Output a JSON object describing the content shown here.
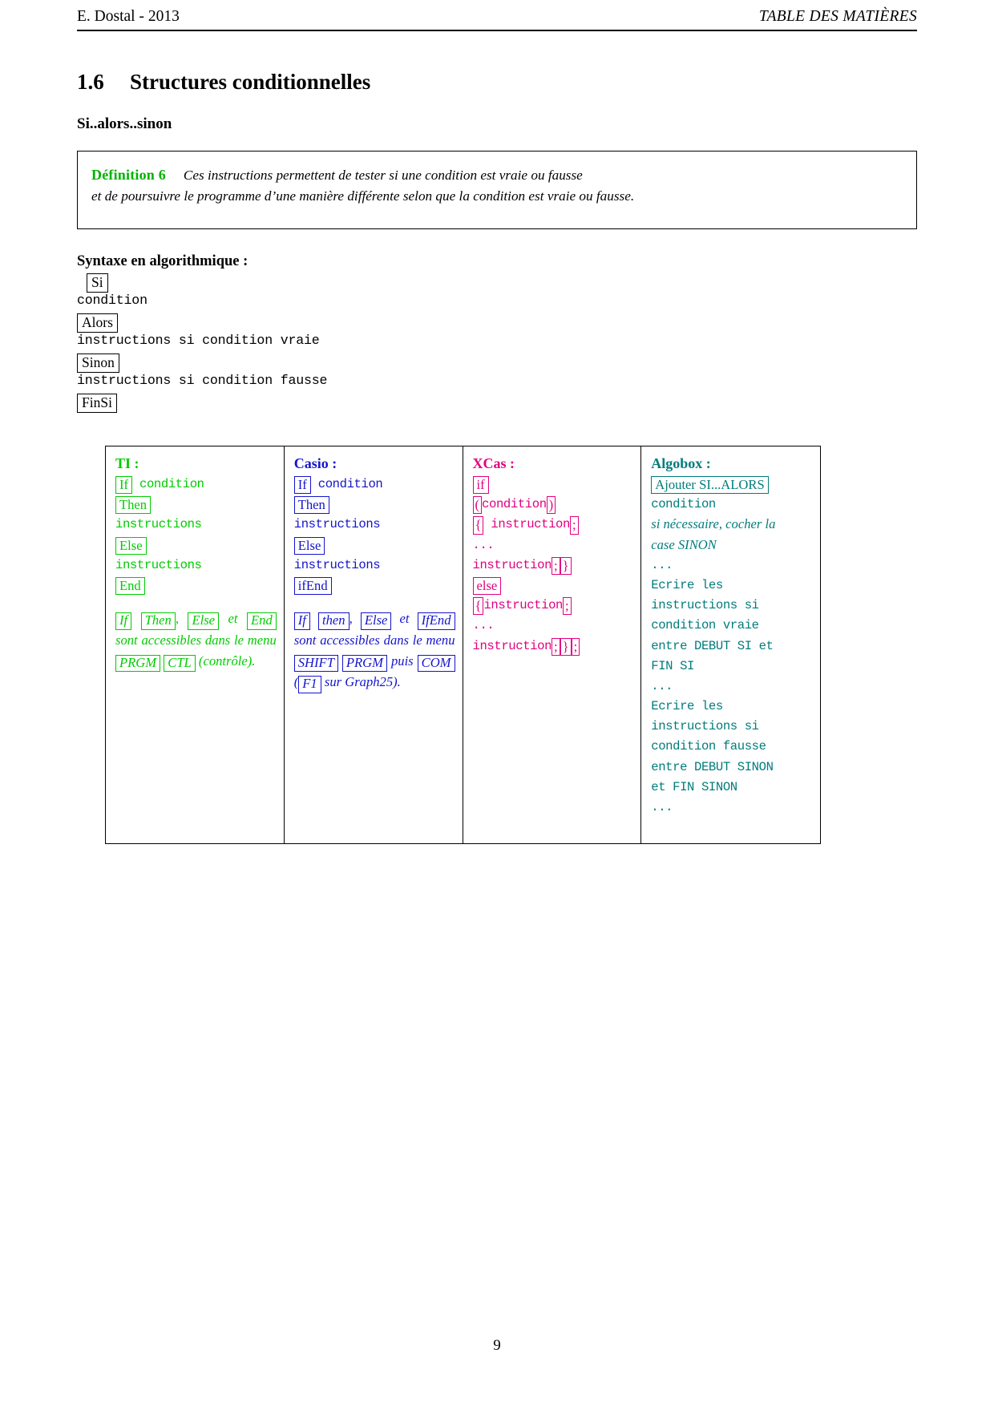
{
  "header": {
    "left": "E. Dostal - 2013",
    "right": "TABLE DES MATIÈRES"
  },
  "section": {
    "number": "1.6",
    "title": "Structures conditionnelles",
    "subtitle": "Si..alors..sinon"
  },
  "definition": {
    "label": "Définition 6",
    "label_color": "#00B300",
    "line1": "Ces instructions permettent de tester si une condition est vraie ou fausse",
    "line2": "et de poursuivre le programme d’une manière différente selon que la condition est vraie ou fausse."
  },
  "syntax": {
    "heading": "Syntaxe en algorithmique :",
    "rows": [
      {
        "kind": "box",
        "text": "Si"
      },
      {
        "kind": "code",
        "text": "condition"
      },
      {
        "kind": "box",
        "text": "Alors"
      },
      {
        "kind": "code",
        "text": "instructions si condition vraie"
      },
      {
        "kind": "box",
        "text": "Sinon"
      },
      {
        "kind": "code",
        "text": "instructions si condition fausse"
      },
      {
        "kind": "box",
        "text": "FinSi"
      }
    ]
  },
  "columns": [
    {
      "id": "ti",
      "title": "TI :",
      "color": "#00CC00",
      "code_lines": [
        [
          {
            "t": "box",
            "v": "If"
          },
          {
            "t": "code",
            "v": " condition"
          }
        ],
        [
          {
            "t": "box",
            "v": "Then"
          }
        ],
        [
          {
            "t": "code",
            "v": "instructions"
          }
        ],
        [
          {
            "t": "box",
            "v": "Else"
          }
        ],
        [
          {
            "t": "code",
            "v": "instructions"
          }
        ],
        [
          {
            "t": "box",
            "v": "End"
          }
        ]
      ],
      "note_parts": [
        {
          "t": "boxit",
          "v": "If"
        },
        {
          "t": "txt",
          "v": " "
        },
        {
          "t": "boxit",
          "v": "Then"
        },
        {
          "t": "txt",
          "v": ", "
        },
        {
          "t": "boxit",
          "v": "Else"
        },
        {
          "t": "txt",
          "v": " et "
        },
        {
          "t": "boxit",
          "v": "End"
        },
        {
          "t": "txt",
          "v": " sont accessibles dans le menu "
        },
        {
          "t": "boxit",
          "v": "PRGM"
        },
        {
          "t": "txt",
          "v": " "
        },
        {
          "t": "boxit",
          "v": "CTL"
        },
        {
          "t": "txt",
          "v": " (contrôle)."
        }
      ]
    },
    {
      "id": "casio",
      "title": "Casio :",
      "color": "#1414CC",
      "code_lines": [
        [
          {
            "t": "box",
            "v": "If"
          },
          {
            "t": "code",
            "v": " condition"
          }
        ],
        [
          {
            "t": "box",
            "v": "Then"
          }
        ],
        [
          {
            "t": "code",
            "v": "instructions"
          }
        ],
        [
          {
            "t": "box",
            "v": "Else"
          }
        ],
        [
          {
            "t": "code",
            "v": "instructions"
          }
        ],
        [
          {
            "t": "box",
            "v": "ifEnd"
          }
        ]
      ],
      "note_parts": [
        {
          "t": "boxit",
          "v": "If"
        },
        {
          "t": "txt",
          "v": " "
        },
        {
          "t": "boxit",
          "v": "then"
        },
        {
          "t": "txt",
          "v": ", "
        },
        {
          "t": "boxit",
          "v": "Else"
        },
        {
          "t": "txt",
          "v": " et "
        },
        {
          "t": "boxit",
          "v": "IfEnd"
        },
        {
          "t": "txt",
          "v": " sont accessibles dans le menu "
        },
        {
          "t": "boxit",
          "v": "SHIFT"
        },
        {
          "t": "txt",
          "v": " "
        },
        {
          "t": "boxit",
          "v": "PRGM"
        },
        {
          "t": "txt",
          "v": " puis "
        },
        {
          "t": "boxit",
          "v": "COM"
        },
        {
          "t": "txt",
          "v": " ("
        },
        {
          "t": "boxit",
          "v": "F1"
        },
        {
          "t": "txt",
          "v": " sur Graph25)."
        }
      ]
    },
    {
      "id": "xcas",
      "title": "XCas :",
      "color": "#E20080",
      "code_lines": [
        [
          {
            "t": "box",
            "v": "if"
          }
        ],
        [
          {
            "t": "box",
            "v": "("
          },
          {
            "t": "code",
            "v": "condition"
          },
          {
            "t": "box",
            "v": ")"
          }
        ],
        [
          {
            "t": "box",
            "v": "{"
          },
          {
            "t": "code",
            "v": " instruction"
          },
          {
            "t": "box",
            "v": ";"
          }
        ],
        [
          {
            "t": "dots",
            "v": "..."
          }
        ],
        [
          {
            "t": "code",
            "v": "instruction"
          },
          {
            "t": "box",
            "v": ";"
          },
          {
            "t": "box",
            "v": "}"
          }
        ],
        [
          {
            "t": "box",
            "v": "else"
          }
        ],
        [
          {
            "t": "box",
            "v": "{"
          },
          {
            "t": "code",
            "v": "instruction"
          },
          {
            "t": "box",
            "v": ";"
          }
        ],
        [
          {
            "t": "dots",
            "v": "..."
          }
        ],
        [
          {
            "t": "code",
            "v": "instruction"
          },
          {
            "t": "box",
            "v": ";"
          },
          {
            "t": "box",
            "v": "}"
          },
          {
            "t": "box",
            "v": ";"
          }
        ]
      ],
      "note_parts": []
    },
    {
      "id": "algobox",
      "title": "Algobox :",
      "color": "#007C7C",
      "code_lines": [
        [
          {
            "t": "box",
            "v": "Ajouter SI...ALORS"
          }
        ],
        [
          {
            "t": "code",
            "v": "condition"
          }
        ],
        [
          {
            "t": "it",
            "v": "si nécessaire, cocher la"
          }
        ],
        [
          {
            "t": "it",
            "v": "case SINON"
          }
        ],
        [
          {
            "t": "dots",
            "v": "..."
          }
        ],
        [
          {
            "t": "code",
            "v": "Ecrire les"
          }
        ],
        [
          {
            "t": "code",
            "v": "instructions si"
          }
        ],
        [
          {
            "t": "code",
            "v": "condition vraie"
          }
        ],
        [
          {
            "t": "code",
            "v": "entre DEBUT SI et"
          }
        ],
        [
          {
            "t": "code",
            "v": "FIN SI"
          }
        ],
        [
          {
            "t": "dots",
            "v": "..."
          }
        ],
        [
          {
            "t": "code",
            "v": "Ecrire les"
          }
        ],
        [
          {
            "t": "code",
            "v": "instructions si"
          }
        ],
        [
          {
            "t": "code",
            "v": "condition fausse"
          }
        ],
        [
          {
            "t": "code",
            "v": "entre DEBUT SINON"
          }
        ],
        [
          {
            "t": "code",
            "v": "et FIN SINON"
          }
        ],
        [
          {
            "t": "dots",
            "v": "..."
          }
        ]
      ],
      "note_parts": []
    }
  ],
  "folio": "9"
}
